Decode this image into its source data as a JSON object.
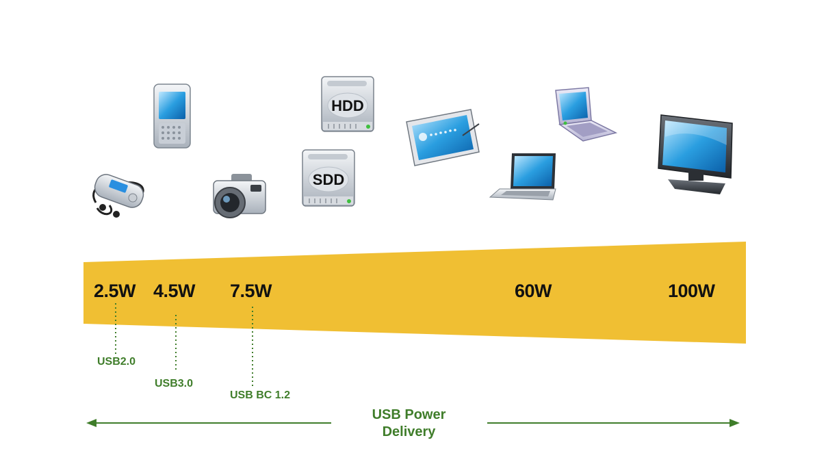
{
  "colors": {
    "band": "#f0bf33",
    "green": "#3f7d2a",
    "text": "#111111"
  },
  "power_levels": [
    {
      "label": "2.5W",
      "standard": "USB2.0",
      "icons": [
        "mp3-player-icon"
      ]
    },
    {
      "label": "4.5W",
      "standard": "USB3.0",
      "icons": [
        "smartphone-icon"
      ]
    },
    {
      "label": "7.5W",
      "standard": "USB BC 1.2",
      "icons": [
        "camera-icon"
      ]
    },
    {
      "label": "60W",
      "standard": "",
      "icons": [
        "tablet-icon",
        "laptop-icon"
      ]
    },
    {
      "label": "100W",
      "standard": "",
      "icons": [
        "monitor-icon"
      ]
    }
  ],
  "storage_labels": {
    "hdd": "HDD",
    "sdd": "SDD"
  },
  "pd": {
    "line1": "USB Power",
    "line2": "Delivery"
  }
}
